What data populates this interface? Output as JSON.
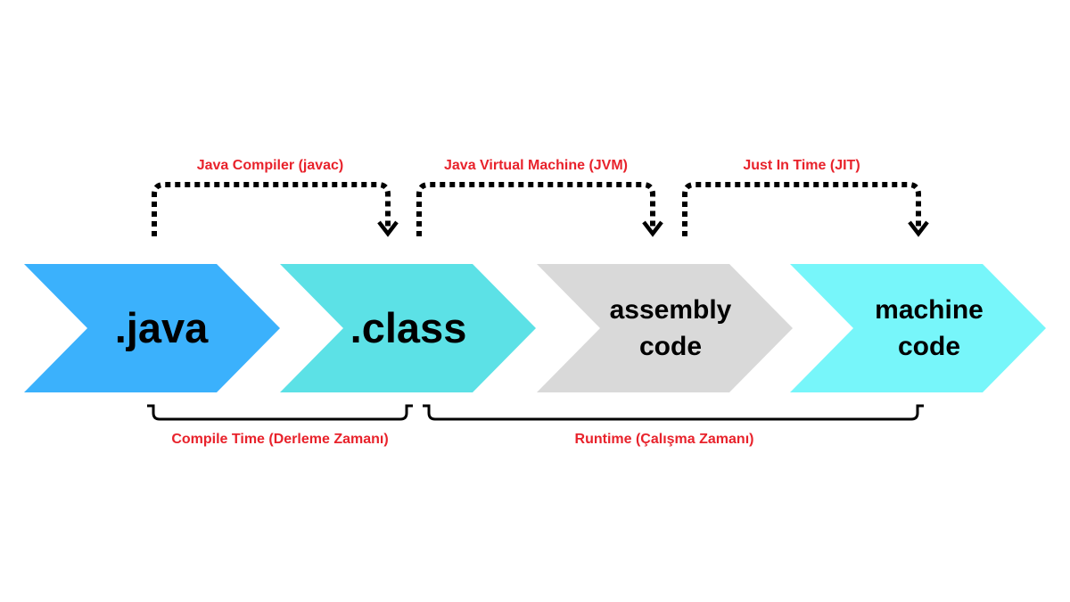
{
  "stages": [
    {
      "lines": [
        ".java"
      ],
      "color": "#3bb1fc"
    },
    {
      "lines": [
        ".class"
      ],
      "color": "#5ce1e6"
    },
    {
      "lines": [
        "assembly",
        "code"
      ],
      "color": "#d9d9d9"
    },
    {
      "lines": [
        "machine",
        "code"
      ],
      "color": "#77f6fa"
    }
  ],
  "transitions": [
    {
      "label": "Java Compiler (javac)"
    },
    {
      "label": "Java Virtual Machine (JVM)"
    },
    {
      "label": "Just In Time (JIT)"
    }
  ],
  "phases": [
    {
      "label": "Compile Time (Derleme Zamanı)"
    },
    {
      "label": "Runtime (Çalışma Zamanı)"
    }
  ],
  "colors": {
    "label_red": "#e8222b",
    "text_dark": "#000000",
    "bracket": "#000000"
  }
}
